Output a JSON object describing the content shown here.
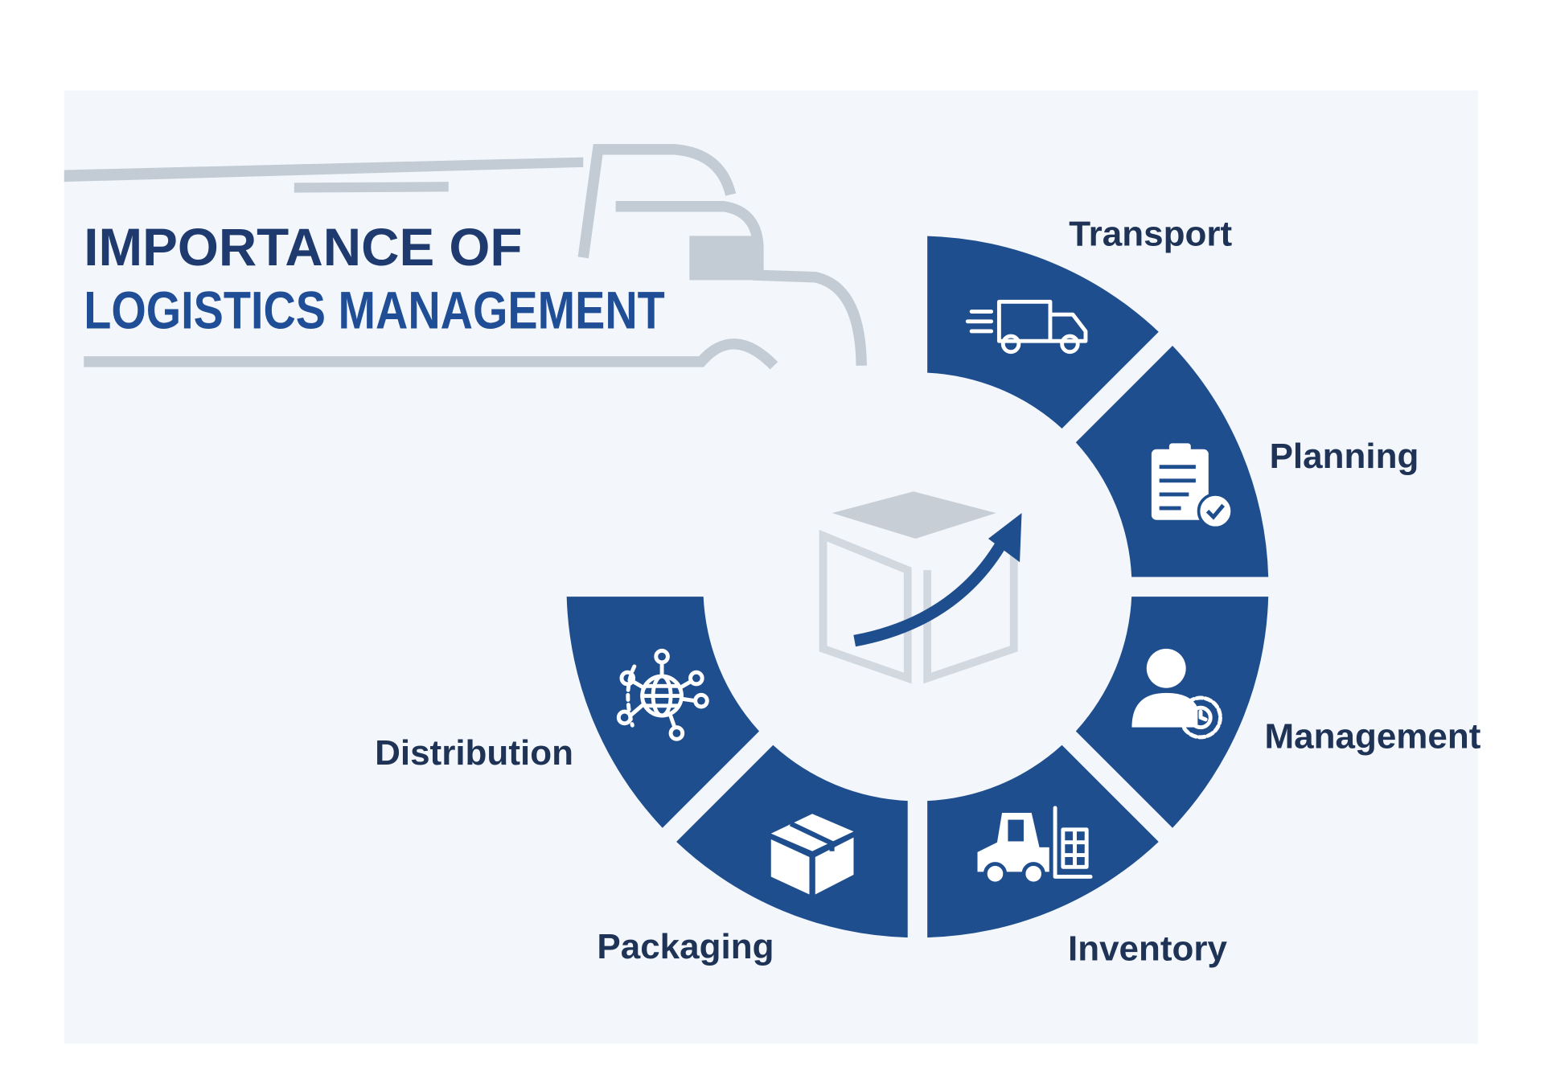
{
  "title": {
    "line1": "IMPORTANCE OF",
    "line2": "LOGISTICS MANAGEMENT"
  },
  "segments": [
    {
      "label": "Transport",
      "icon": "delivery-truck-icon"
    },
    {
      "label": "Planning",
      "icon": "clipboard-check-icon"
    },
    {
      "label": "Management",
      "icon": "person-gear-icon"
    },
    {
      "label": "Inventory",
      "icon": "forklift-icon"
    },
    {
      "label": "Packaging",
      "icon": "package-box-icon"
    },
    {
      "label": "Distribution",
      "icon": "globe-network-icon"
    }
  ],
  "colors": {
    "segment": "#1f4e8f",
    "label": "#1e3355",
    "panel": "#f3f7fb",
    "truck_outline": "#c3ccd5"
  }
}
